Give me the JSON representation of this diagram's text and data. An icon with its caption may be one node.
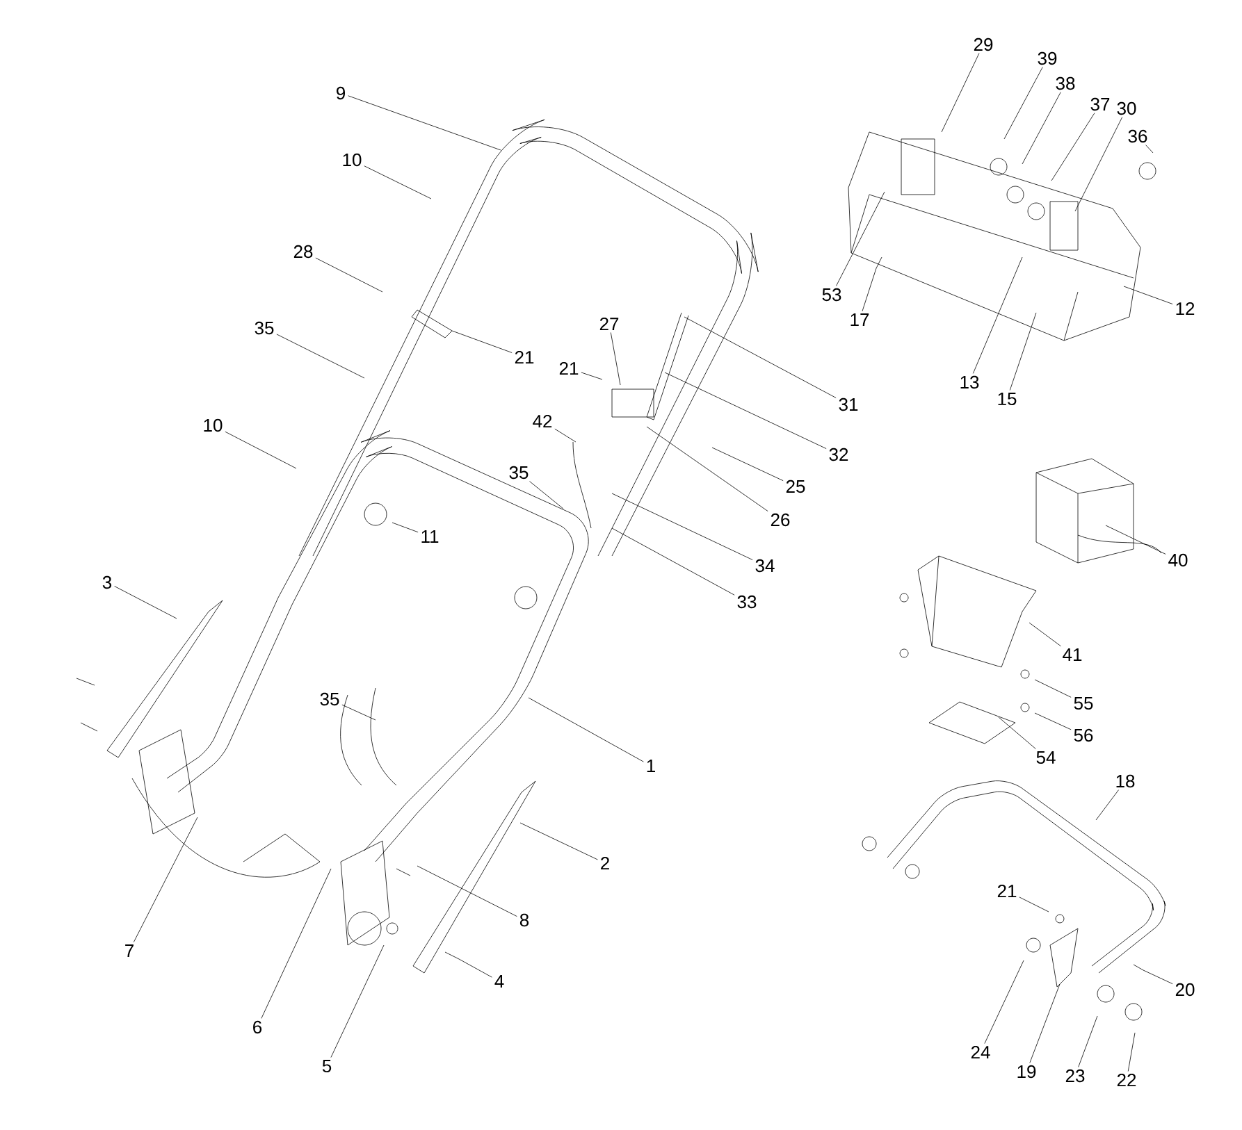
{
  "diagram": {
    "nodes": [
      {
        "text": [
          "9"
        ]
      },
      {
        "text": [
          "10"
        ]
      },
      {
        "text": [
          "28"
        ]
      },
      {
        "text": [
          "35"
        ]
      },
      {
        "text": [
          "21"
        ]
      },
      {
        "text": [
          "27"
        ]
      },
      {
        "text": [
          "21"
        ]
      },
      {
        "text": [
          "10"
        ]
      },
      {
        "text": [
          "42"
        ]
      },
      {
        "text": [
          "35"
        ]
      },
      {
        "text": [
          "11"
        ]
      },
      {
        "text": [
          "31"
        ]
      },
      {
        "text": [
          "32"
        ]
      },
      {
        "text": [
          "25"
        ]
      },
      {
        "text": [
          "26"
        ]
      },
      {
        "text": [
          "34"
        ]
      },
      {
        "text": [
          "33"
        ]
      },
      {
        "text": [
          "29"
        ]
      },
      {
        "text": [
          "39"
        ]
      },
      {
        "text": [
          "38"
        ]
      },
      {
        "text": [
          "37"
        ]
      },
      {
        "text": [
          "30"
        ]
      },
      {
        "text": [
          "36"
        ]
      },
      {
        "text": [
          "53"
        ]
      },
      {
        "text": [
          "17"
        ]
      },
      {
        "text": [
          "12"
        ]
      },
      {
        "text": [
          "13"
        ]
      },
      {
        "text": [
          "15"
        ]
      },
      {
        "text": [
          "40"
        ]
      },
      {
        "text": [
          "41"
        ]
      },
      {
        "text": [
          "55"
        ]
      },
      {
        "text": [
          "56"
        ]
      },
      {
        "text": [
          "54"
        ]
      },
      {
        "text": [
          "18"
        ]
      },
      {
        "text": [
          "21"
        ]
      },
      {
        "text": [
          "20"
        ]
      },
      {
        "text": [
          "24"
        ]
      },
      {
        "text": [
          "19"
        ]
      },
      {
        "text": [
          "23"
        ]
      },
      {
        "text": [
          "22"
        ]
      },
      {
        "text": [
          "3"
        ]
      },
      {
        "text": [
          "35"
        ]
      },
      {
        "text": [
          "1"
        ]
      },
      {
        "text": [
          "2"
        ]
      },
      {
        "text": [
          "8"
        ]
      },
      {
        "text": [
          "7"
        ]
      },
      {
        "text": [
          "6"
        ]
      },
      {
        "text": [
          "4"
        ]
      },
      {
        "text": [
          "5"
        ]
      }
    ],
    "edges": [
      {
        "from": 0,
        "to": null,
        "arrow": "none"
      },
      {
        "from": 1,
        "to": null,
        "arrow": "none"
      },
      {
        "from": 2,
        "to": null,
        "arrow": "none"
      },
      {
        "from": 3,
        "to": null,
        "arrow": "none"
      },
      {
        "from": 4,
        "to": null,
        "arrow": "none"
      },
      {
        "from": 5,
        "to": null,
        "arrow": "none"
      },
      {
        "from": 6,
        "to": null,
        "arrow": "none"
      },
      {
        "from": 7,
        "to": null,
        "arrow": "none"
      },
      {
        "from": 8,
        "to": null,
        "arrow": "none"
      },
      {
        "from": 9,
        "to": null,
        "arrow": "none"
      },
      {
        "from": 10,
        "to": null,
        "arrow": "none"
      },
      {
        "from": 11,
        "to": null,
        "arrow": "none"
      },
      {
        "from": 12,
        "to": null,
        "arrow": "none"
      },
      {
        "from": 13,
        "to": null,
        "arrow": "none"
      },
      {
        "from": 14,
        "to": null,
        "arrow": "none"
      },
      {
        "from": 15,
        "to": null,
        "arrow": "none"
      },
      {
        "from": 16,
        "to": null,
        "arrow": "none"
      },
      {
        "from": 17,
        "to": null,
        "arrow": "none"
      },
      {
        "from": 18,
        "to": null,
        "arrow": "none"
      },
      {
        "from": 19,
        "to": null,
        "arrow": "none"
      },
      {
        "from": 20,
        "to": null,
        "arrow": "none"
      },
      {
        "from": 21,
        "to": null,
        "arrow": "none"
      },
      {
        "from": 22,
        "to": null,
        "arrow": "none"
      },
      {
        "from": 23,
        "to": null,
        "arrow": "none"
      },
      {
        "from": 24,
        "to": null,
        "arrow": "none"
      },
      {
        "from": 25,
        "to": null,
        "arrow": "none"
      },
      {
        "from": 26,
        "to": null,
        "arrow": "none"
      },
      {
        "from": 27,
        "to": null,
        "arrow": "none"
      },
      {
        "from": 28,
        "to": null,
        "arrow": "none"
      },
      {
        "from": 29,
        "to": null,
        "arrow": "none"
      },
      {
        "from": 30,
        "to": null,
        "arrow": "none"
      },
      {
        "from": 31,
        "to": null,
        "arrow": "none"
      },
      {
        "from": 32,
        "to": null,
        "arrow": "none"
      },
      {
        "from": 33,
        "to": null,
        "arrow": "none"
      },
      {
        "from": 34,
        "to": null,
        "arrow": "none"
      },
      {
        "from": 35,
        "to": null,
        "arrow": "none"
      },
      {
        "from": 36,
        "to": null,
        "arrow": "none"
      },
      {
        "from": 37,
        "to": null,
        "arrow": "none"
      },
      {
        "from": 38,
        "to": null,
        "arrow": "none"
      },
      {
        "from": 39,
        "to": null,
        "arrow": "none"
      },
      {
        "from": 40,
        "to": null,
        "arrow": "none"
      },
      {
        "from": 41,
        "to": null,
        "arrow": "none"
      },
      {
        "from": 42,
        "to": null,
        "arrow": "none"
      },
      {
        "from": 43,
        "to": null,
        "arrow": "none"
      },
      {
        "from": 44,
        "to": null,
        "arrow": "none"
      },
      {
        "from": 45,
        "to": null,
        "arrow": "none"
      },
      {
        "from": 46,
        "to": null,
        "arrow": "none"
      },
      {
        "from": 47,
        "to": null,
        "arrow": "none"
      },
      {
        "from": 48,
        "to": null,
        "arrow": "none"
      }
    ]
  }
}
